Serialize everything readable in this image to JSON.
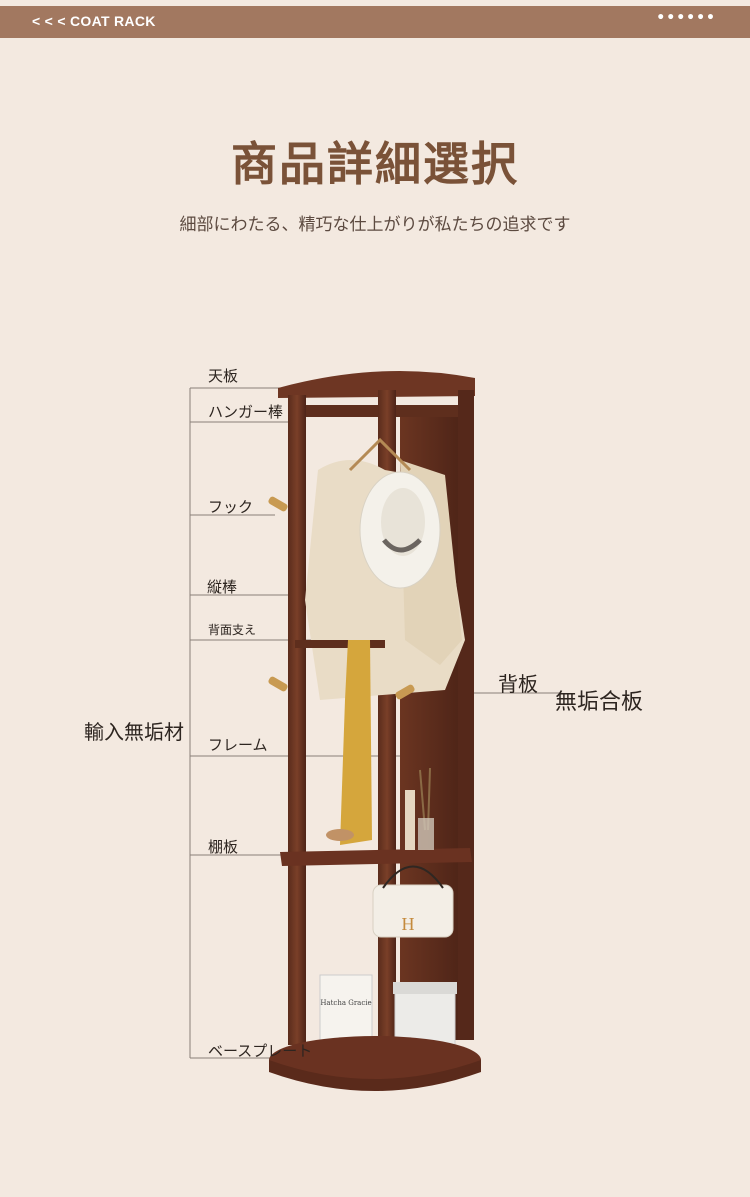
{
  "header": {
    "nav_label": "< < < COAT RACK",
    "more": "••••••"
  },
  "title": "商品詳細選択",
  "subtitle": "細部にわたる、精巧な仕上がりが私たちの追求です",
  "parts": {
    "top_board": "天板",
    "hanger_bar": "ハンガー棒",
    "hook": "フック",
    "vertical_bar": "縦棒",
    "back_support": "背面支え",
    "frame": "フレーム",
    "shelf": "棚板",
    "base_plate": "ベースプレート"
  },
  "material_left": "輸入無垢材",
  "back_board": "背板",
  "material_right": "無垢合板",
  "bag_logo": "H",
  "box_text": "Hatcha Gracie"
}
